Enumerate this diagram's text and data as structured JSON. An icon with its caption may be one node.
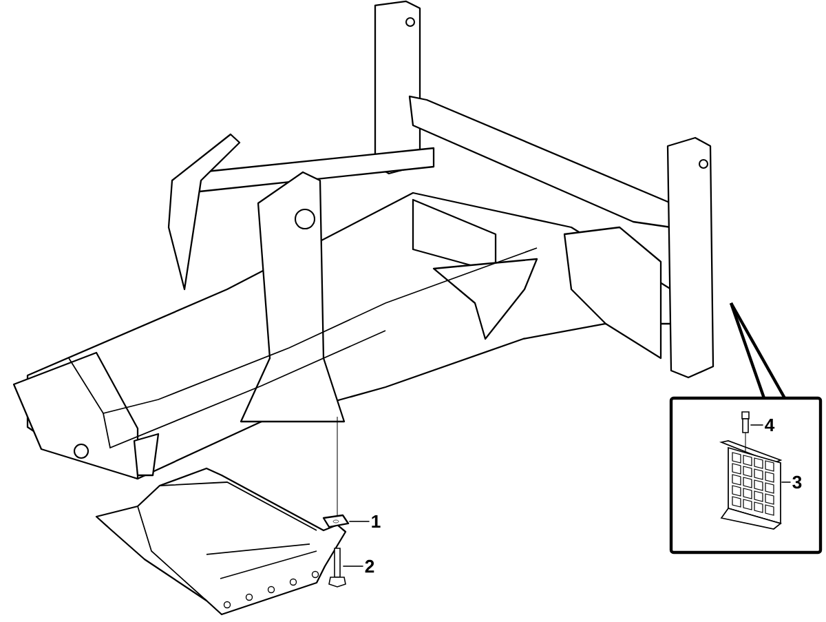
{
  "diagram": {
    "nodes": [
      {
        "text": [
          "1"
        ]
      },
      {
        "text": [
          "2"
        ]
      },
      {
        "text": [
          "3"
        ]
      },
      {
        "text": [
          "4"
        ]
      },
      {
        "text": [],
        "shape": "picture"
      },
      {
        "text": [],
        "shape": "picture"
      },
      {
        "text": [],
        "shape": "picture"
      },
      {
        "text": [],
        "shape": "picture"
      }
    ],
    "edges": [
      {
        "from": 0,
        "to": 4,
        "arrow": "none"
      },
      {
        "from": 1,
        "to": 5,
        "arrow": "none"
      },
      {
        "from": 2,
        "to": 6,
        "arrow": "none"
      },
      {
        "from": 3,
        "to": 7,
        "arrow": "none"
      }
    ]
  }
}
